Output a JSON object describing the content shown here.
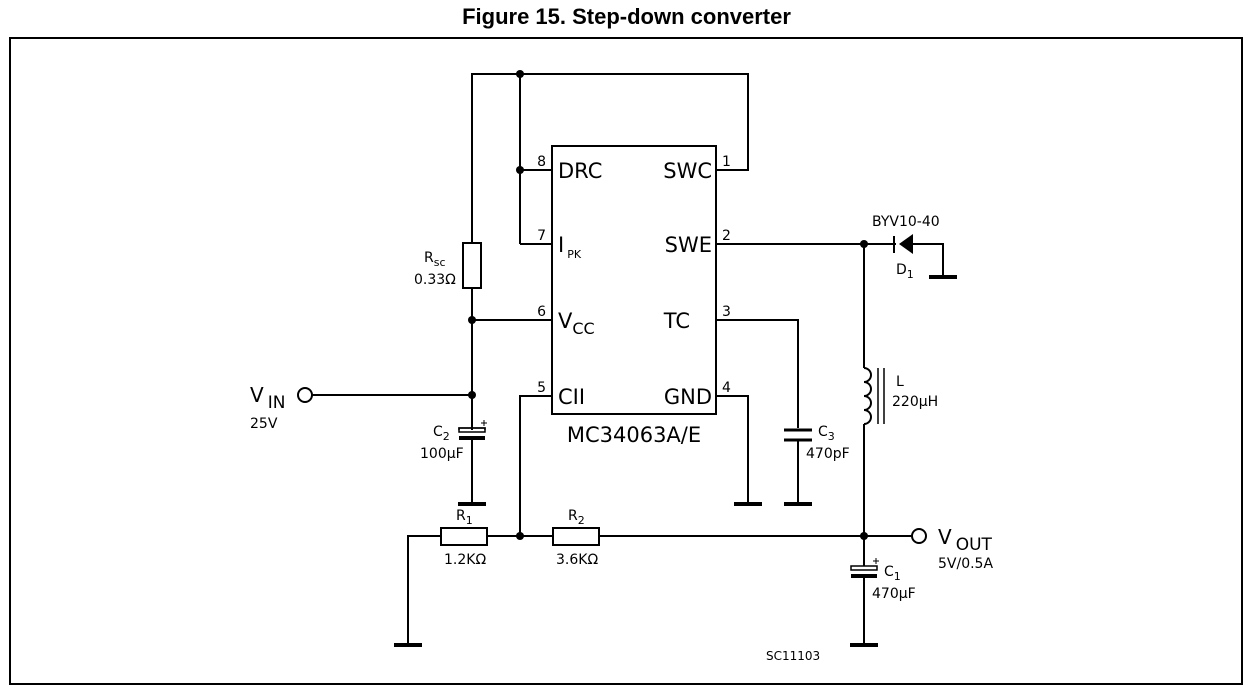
{
  "figure_title": "Figure 15. Step-down converter",
  "ic": {
    "part": "MC34063A/E",
    "pins": {
      "p1": {
        "num": "1",
        "name": "SWC"
      },
      "p2": {
        "num": "2",
        "name": "SWE"
      },
      "p3": {
        "num": "3",
        "name": "TC"
      },
      "p4": {
        "num": "4",
        "name": "GND"
      },
      "p5": {
        "num": "5",
        "name": "CII"
      },
      "p6": {
        "num": "6",
        "name": "V",
        "sub": "CC"
      },
      "p7": {
        "num": "7",
        "name": "I",
        "sub": "PK"
      },
      "p8": {
        "num": "8",
        "name": "DRC"
      }
    }
  },
  "components": {
    "rsc": {
      "name": "R",
      "sub": "sc",
      "value": "0.33Ω"
    },
    "c2": {
      "name": "C",
      "sub": "2",
      "value": "100μF"
    },
    "c3": {
      "name": "C",
      "sub": "3",
      "value": "470pF"
    },
    "c1": {
      "name": "C",
      "sub": "1",
      "value": "470μF"
    },
    "r1": {
      "name": "R",
      "sub": "1",
      "value": "1.2KΩ"
    },
    "r2": {
      "name": "R",
      "sub": "2",
      "value": "3.6KΩ"
    },
    "d1": {
      "part": "BYV10-40",
      "name": "D",
      "sub": "1"
    },
    "l": {
      "name": "L",
      "value": "220μH"
    }
  },
  "terminals": {
    "vin": {
      "name": "V",
      "sub": "IN",
      "value": "25V"
    },
    "vout": {
      "name": "V",
      "sub": "OUT",
      "value": "5V/0.5A"
    }
  },
  "figure_code": "SC11103"
}
